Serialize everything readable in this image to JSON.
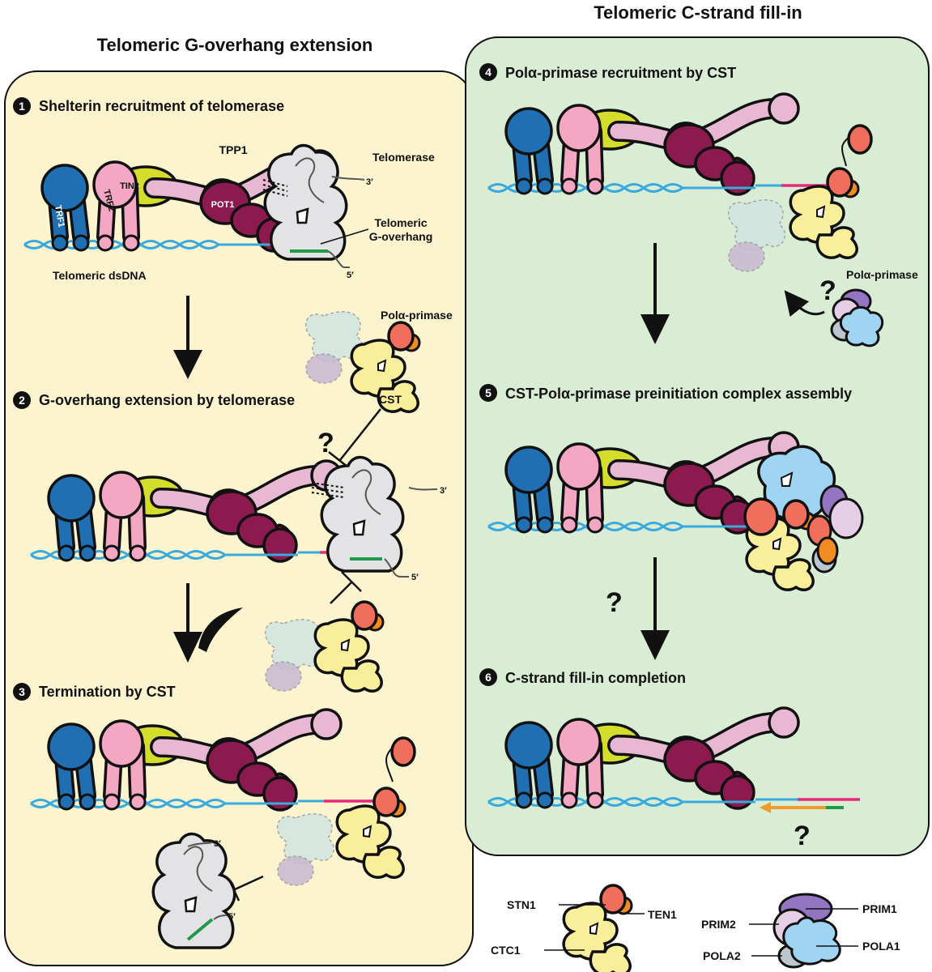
{
  "colors": {
    "left_panel": "#fcf3cf",
    "right_panel": "#d9ecd4",
    "trf1": "#1f6fb2",
    "trf2": "#f4a7c2",
    "tin2": "#d4dc2c",
    "tpp1": "#e8b8d2",
    "pot1": "#8b1a4f",
    "telomerase": "#e3e3e6",
    "ctc1": "#f9ee9a",
    "stn1": "#ef6f5c",
    "ten1": "#f28b22",
    "prim1": "#9475c2",
    "prim2": "#e6cfe6",
    "pola1": "#9fd4f2",
    "pola2": "#bcc6cf",
    "dna": "#3aa9de",
    "g_strand_new": "#e8287a",
    "rna_template": "#1f9a48",
    "c_strand_fill": "#f09a2a"
  },
  "headers": {
    "left": "Telomeric G-overhang extension",
    "right": "Telomeric C-strand fill-in"
  },
  "steps": [
    {
      "num": "1",
      "label": "Shelterin recruitment of telomerase"
    },
    {
      "num": "2",
      "label": "G-overhang extension by telomerase"
    },
    {
      "num": "3",
      "label": "Termination by CST"
    },
    {
      "num": "4",
      "label": "Polα-primase recruitment by CST"
    },
    {
      "num": "5",
      "label": "CST-Polα-primase preinitiation complex assembly"
    },
    {
      "num": "6",
      "label": "C-strand fill-in completion"
    }
  ],
  "labels": {
    "tpp1": "TPP1",
    "telomerase": "Telomerase",
    "trf1": "TRF1",
    "trf2": "TRF2",
    "tin2": "TIN2",
    "pot1": "POT1",
    "three_prime": "3′",
    "five_prime": "5′",
    "g_overhang_line1": "Telomeric",
    "g_overhang_line2": "G-overhang",
    "dsdna": "Telomeric dsDNA",
    "pola_primase": "Polα-primase",
    "cst": "CST",
    "question": "?"
  },
  "legend": {
    "stn1": "STN1",
    "ten1": "TEN1",
    "ctc1": "CTC1",
    "prim1": "PRIM1",
    "prim2": "PRIM2",
    "pola2": "POLA2",
    "pola1": "POLA1"
  }
}
